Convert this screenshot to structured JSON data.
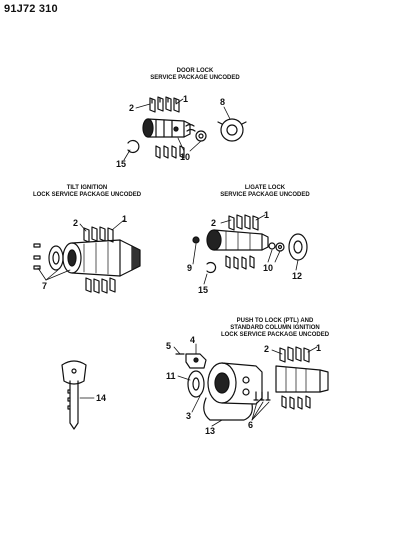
{
  "diagram_code": "91J72 310",
  "groups": {
    "door_lock": {
      "title_line1": "DOOR LOCK",
      "title_line2": "SERVICE PACKAGE UNCODED"
    },
    "tilt_ignition": {
      "title_line1": "TILT IGNITION",
      "title_line2": "LOCK SERVICE PACKAGE UNCODED"
    },
    "liftgate_lock": {
      "title_line1": "L/GATE LOCK",
      "title_line2": "SERVICE PACKAGE UNCODED"
    },
    "push_to_lock": {
      "title_line1": "PUSH TO LOCK (PTL) AND",
      "title_line2": "STANDARD COLUMN IGNITION",
      "title_line3": "LOCK SERVICE PACKAGE UNCODED"
    }
  },
  "callouts": {
    "door": [
      "1",
      "2",
      "8",
      "10",
      "15"
    ],
    "tilt": [
      "1",
      "2",
      "7"
    ],
    "liftgate": [
      "1",
      "2",
      "9",
      "10",
      "12",
      "15"
    ],
    "key": [
      "14"
    ],
    "ptl": [
      "1",
      "2",
      "3",
      "4",
      "5",
      "6",
      "11",
      "13"
    ]
  }
}
